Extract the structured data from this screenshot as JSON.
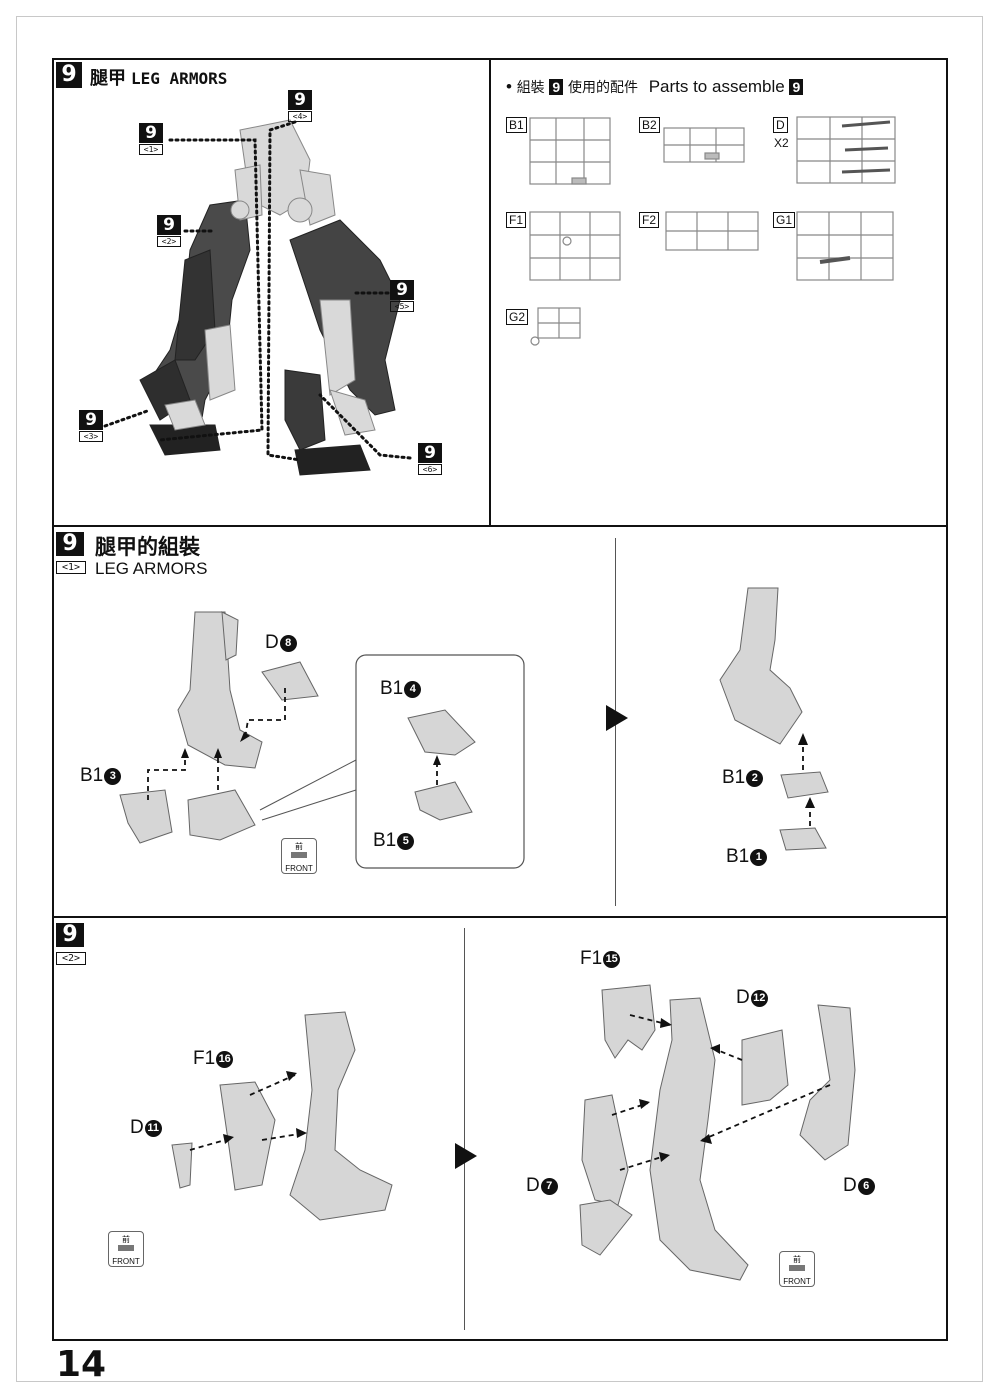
{
  "page": {
    "number": "14"
  },
  "top": {
    "step_number": "9",
    "title_cn": "腿甲",
    "title_en": "LEG ARMORS",
    "refs": [
      {
        "n": "9",
        "sub": "<4>"
      },
      {
        "n": "9",
        "sub": "<1>"
      },
      {
        "n": "9",
        "sub": "<2>"
      },
      {
        "n": "9",
        "sub": "<5>"
      },
      {
        "n": "9",
        "sub": "<3>"
      },
      {
        "n": "9",
        "sub": "<6>"
      }
    ]
  },
  "parts": {
    "bullet": "•",
    "prefix_cn": "組裝",
    "step": "9",
    "middle_cn": "使用的配件",
    "label_en": "Parts to assemble",
    "step_end": "9",
    "runners": [
      {
        "label": "B1"
      },
      {
        "label": "B2"
      },
      {
        "label": "D",
        "qty": "X2"
      },
      {
        "label": "F1"
      },
      {
        "label": "F2"
      },
      {
        "label": "G1"
      },
      {
        "label": "G2"
      }
    ]
  },
  "step1": {
    "step_number": "9",
    "sub": "<1>",
    "title_cn": "腿甲的組裝",
    "title_en": "LEG ARMORS",
    "labels": [
      {
        "runner": "D",
        "num": "8"
      },
      {
        "runner": "B1",
        "num": "4"
      },
      {
        "runner": "B1",
        "num": "3"
      },
      {
        "runner": "B1",
        "num": "5"
      },
      {
        "runner": "B1",
        "num": "2"
      },
      {
        "runner": "B1",
        "num": "1"
      }
    ],
    "front": {
      "cn": "前",
      "en": "FRONT"
    }
  },
  "step2": {
    "step_number": "9",
    "sub": "<2>",
    "labels": [
      {
        "runner": "F1",
        "num": "16"
      },
      {
        "runner": "D",
        "num": "11"
      },
      {
        "runner": "F1",
        "num": "15"
      },
      {
        "runner": "D",
        "num": "12"
      },
      {
        "runner": "D",
        "num": "7"
      },
      {
        "runner": "D",
        "num": "6"
      }
    ],
    "front": {
      "cn": "前",
      "en": "FRONT"
    }
  }
}
